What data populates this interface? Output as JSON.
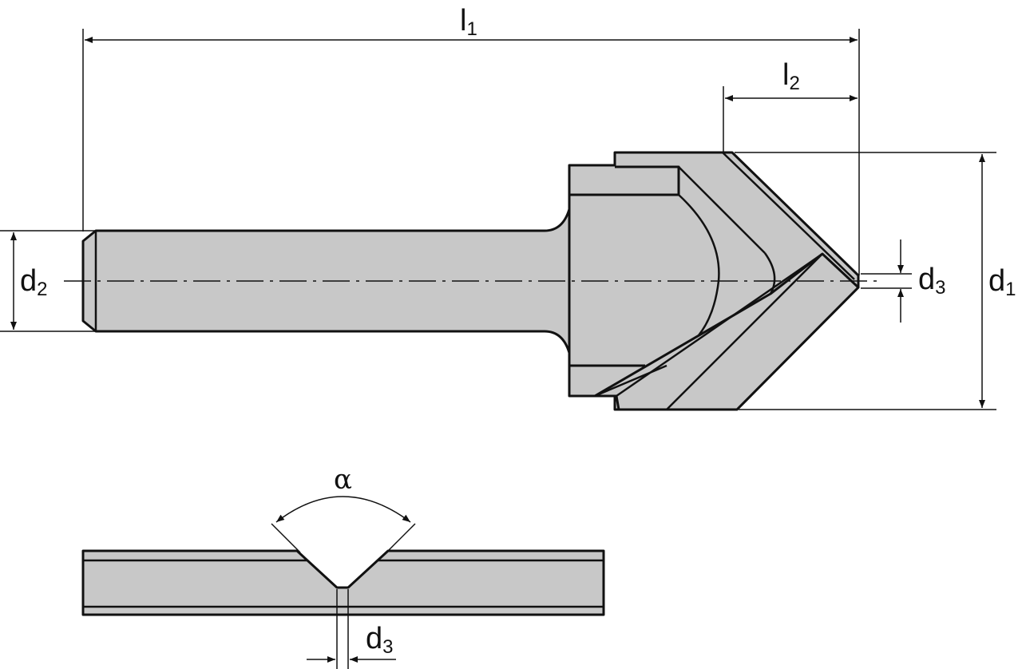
{
  "dimensions": {
    "l1": {
      "main": "l",
      "sub": "1"
    },
    "l2": {
      "main": "l",
      "sub": "2"
    },
    "d1": {
      "main": "d",
      "sub": "1"
    },
    "d2": {
      "main": "d",
      "sub": "2"
    },
    "d3_top": {
      "main": "d",
      "sub": "3"
    },
    "d3_bottom": {
      "main": "d",
      "sub": "3"
    },
    "alpha": "α"
  },
  "colors": {
    "body_fill": "#c8c8c8",
    "outline": "#111111"
  }
}
